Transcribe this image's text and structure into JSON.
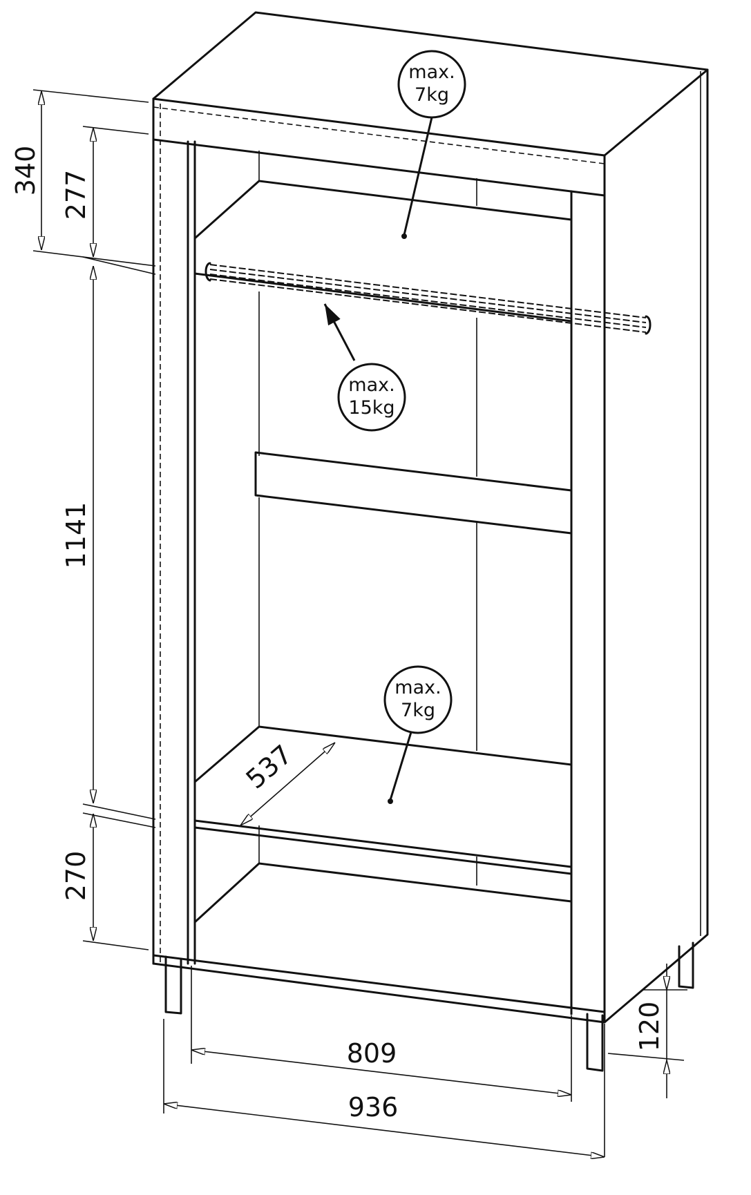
{
  "colors": {
    "line": "#111111",
    "background": "#ffffff"
  },
  "dimensions": {
    "top_total": "340",
    "top_inner": "277",
    "middle": "1141",
    "bottom": "270",
    "depth": "537",
    "inner_width": "809",
    "outer_width": "936",
    "leg_height": "120"
  },
  "load_labels": {
    "top_shelf": {
      "line1": "max.",
      "line2": "7kg"
    },
    "rail": {
      "line1": "max.",
      "line2": "15kg"
    },
    "bottom_shelf": {
      "line1": "max.",
      "line2": "7kg"
    }
  }
}
